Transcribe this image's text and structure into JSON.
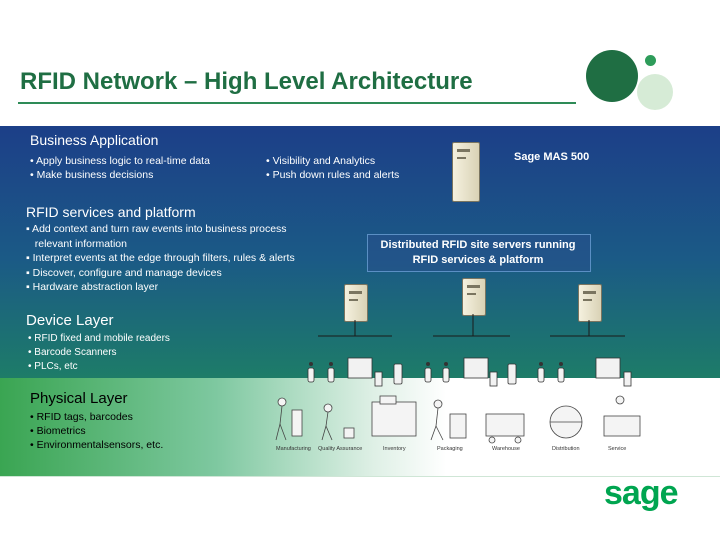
{
  "title": "RFID Network – High Level Architecture",
  "business_application": {
    "title": "Business Application",
    "col1": [
      "• Apply business logic to real-time data",
      "• Make business decisions"
    ],
    "col2": [
      "• Visibility and Analytics",
      "• Push down rules and alerts"
    ],
    "server_label": "Sage MAS 500"
  },
  "rfid_services": {
    "title": "RFID services and platform",
    "items": [
      "▪ Add context and turn raw events into business process",
      "   relevant information",
      "▪ Interpret events at the edge through filters, rules & alerts",
      "▪ Discover, configure and manage devices",
      "▪ Hardware abstraction layer"
    ],
    "callout_line1": "Distributed RFID site servers running",
    "callout_line2": "RFID services & platform"
  },
  "device_layer": {
    "title": "Device Layer",
    "items": [
      "• RFID fixed and mobile readers",
      "• Barcode Scanners",
      "• PLCs, etc"
    ]
  },
  "physical_layer": {
    "title": "Physical Layer",
    "items": [
      "• RFID tags, barcodes",
      "• Biometrics",
      "• Environmentalsensors, etc."
    ]
  },
  "stage_captions": [
    "Manufacturing",
    "Quality Assurance",
    "Inventory",
    "Packaging",
    "Warehouse",
    "Distribution",
    "Service"
  ],
  "brand": {
    "logo": "sage",
    "color": "#00a550"
  },
  "colors": {
    "title": "#1f6e43",
    "band_top": "#1c3f88",
    "band_bottom": "#2a9d48"
  }
}
